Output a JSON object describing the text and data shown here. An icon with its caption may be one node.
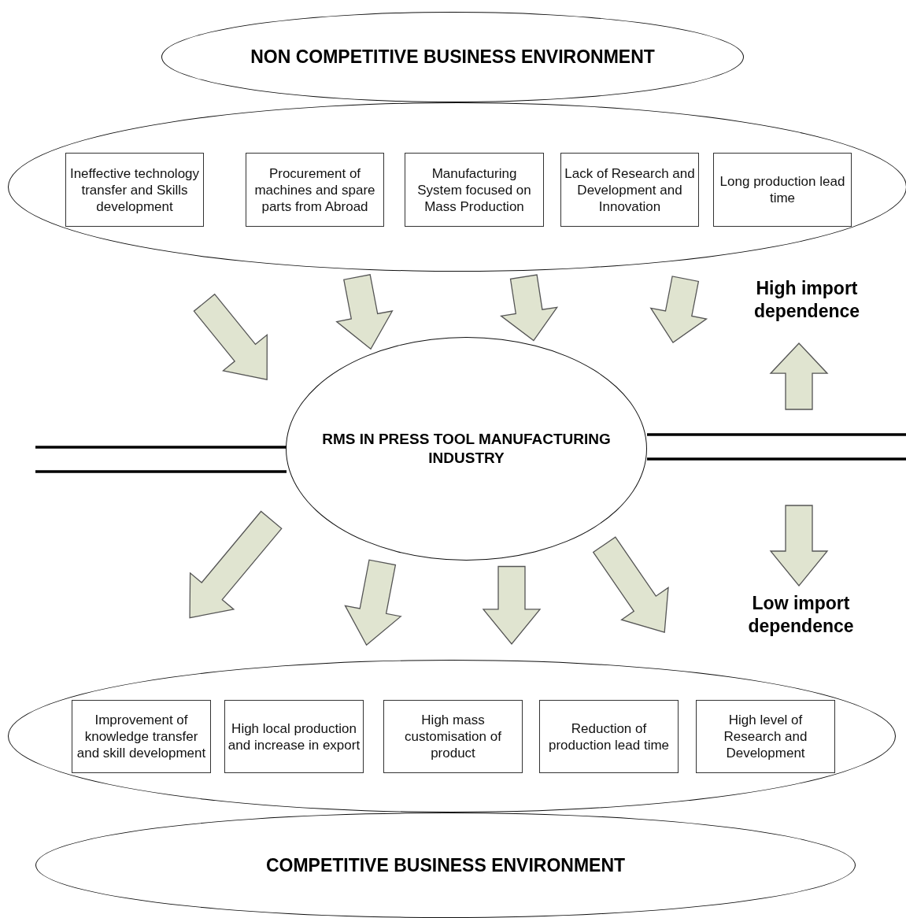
{
  "diagram": {
    "nodes": [
      {
        "text": [
          "NON COMPETITIVE BUSINESS ENVIRONMENT"
        ]
      },
      {
        "text": [],
        "shape": "ellipse"
      },
      {
        "text": [
          "Ineffective technology transfer and Skills development"
        ],
        "in": 1
      },
      {
        "text": [
          "Procurement of machines and spare parts from Abroad"
        ],
        "in": 1
      },
      {
        "text": [
          "Manufacturing System focused on Mass Production"
        ],
        "in": 1
      },
      {
        "text": [
          "Lack of Research and Development and Innovation"
        ],
        "in": 1
      },
      {
        "text": [
          "Long production lead time"
        ],
        "in": 1
      },
      {
        "text": [
          "RMS IN PRESS TOOL MANUFACTURING INDUSTRY"
        ]
      },
      {
        "text": [],
        "shape": "ellipse"
      },
      {
        "text": [
          "Improvement of knowledge transfer and skill development"
        ],
        "in": 8
      },
      {
        "text": [
          "High local production and increase in export"
        ],
        "in": 8
      },
      {
        "text": [
          "High mass customisation of product"
        ],
        "in": 8
      },
      {
        "text": [
          "Reduction of production lead time"
        ],
        "in": 8
      },
      {
        "text": [
          "High level of Research and Development"
        ],
        "in": 8
      },
      {
        "text": [
          "COMPETITIVE BUSINESS ENVIRONMENT"
        ]
      },
      {
        "text": [
          "High import dependence"
        ]
      },
      {
        "text": [
          "Low import dependence"
        ]
      }
    ],
    "edges": [
      {
        "from": 1,
        "to": 7,
        "arrow": "to"
      },
      {
        "from": 1,
        "to": 7,
        "arrow": "to"
      },
      {
        "from": 1,
        "to": 7,
        "arrow": "to"
      },
      {
        "from": 1,
        "to": 7,
        "arrow": "to"
      },
      {
        "from": 7,
        "to": 8,
        "arrow": "to"
      },
      {
        "from": 7,
        "to": 8,
        "arrow": "to"
      },
      {
        "from": 7,
        "to": 8,
        "arrow": "to"
      },
      {
        "from": 7,
        "to": 8,
        "arrow": "to"
      },
      {
        "from": null,
        "to": 15,
        "arrow": "to"
      },
      {
        "from": null,
        "to": 16,
        "arrow": "to"
      }
    ]
  }
}
